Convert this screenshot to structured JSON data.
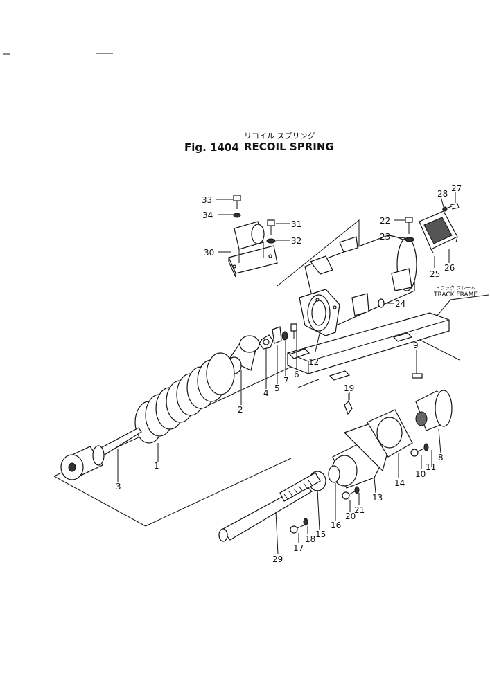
{
  "title": {
    "japanese": "リコイル スプリング",
    "fig": "Fig. 1404",
    "name": "RECOIL SPRING"
  },
  "track_frame": {
    "japanese": "トラック フレーム",
    "label": "TRACK FRAME"
  },
  "part_labels": [
    "1",
    "2",
    "3",
    "4",
    "5",
    "6",
    "7",
    "8",
    "9",
    "10",
    "11",
    "12",
    "13",
    "14",
    "15",
    "16",
    "17",
    "18",
    "19",
    "20",
    "21",
    "22",
    "23",
    "24",
    "25",
    "26",
    "27",
    "28",
    "29",
    "30",
    "31",
    "32",
    "33",
    "34"
  ]
}
